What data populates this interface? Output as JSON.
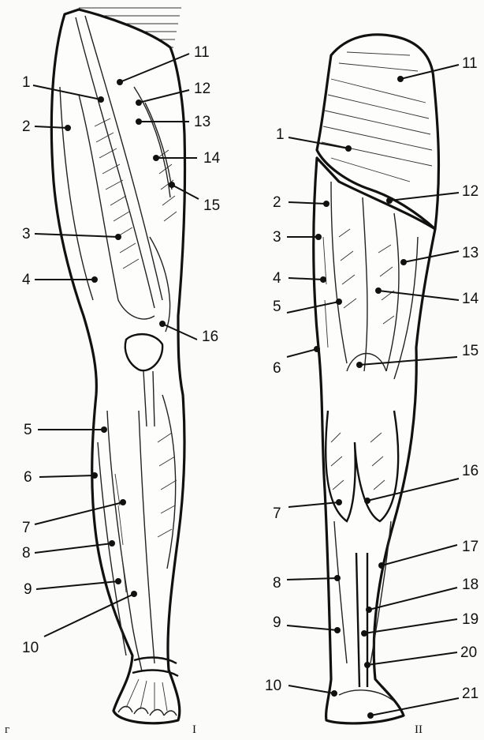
{
  "figure_I": {
    "label": "I",
    "corner_mark": "г",
    "numbers": [
      "1",
      "2",
      "3",
      "4",
      "5",
      "6",
      "7",
      "8",
      "9",
      "10",
      "11",
      "12",
      "13",
      "14",
      "15",
      "16"
    ]
  },
  "figure_II": {
    "label": "II",
    "numbers": [
      "1",
      "2",
      "3",
      "4",
      "5",
      "6",
      "7",
      "8",
      "9",
      "10",
      "11",
      "12",
      "13",
      "14",
      "15",
      "16",
      "17",
      "18",
      "19",
      "20",
      "21"
    ]
  },
  "colors": {
    "ink": "#111111",
    "paper": "#fbfbf9"
  }
}
